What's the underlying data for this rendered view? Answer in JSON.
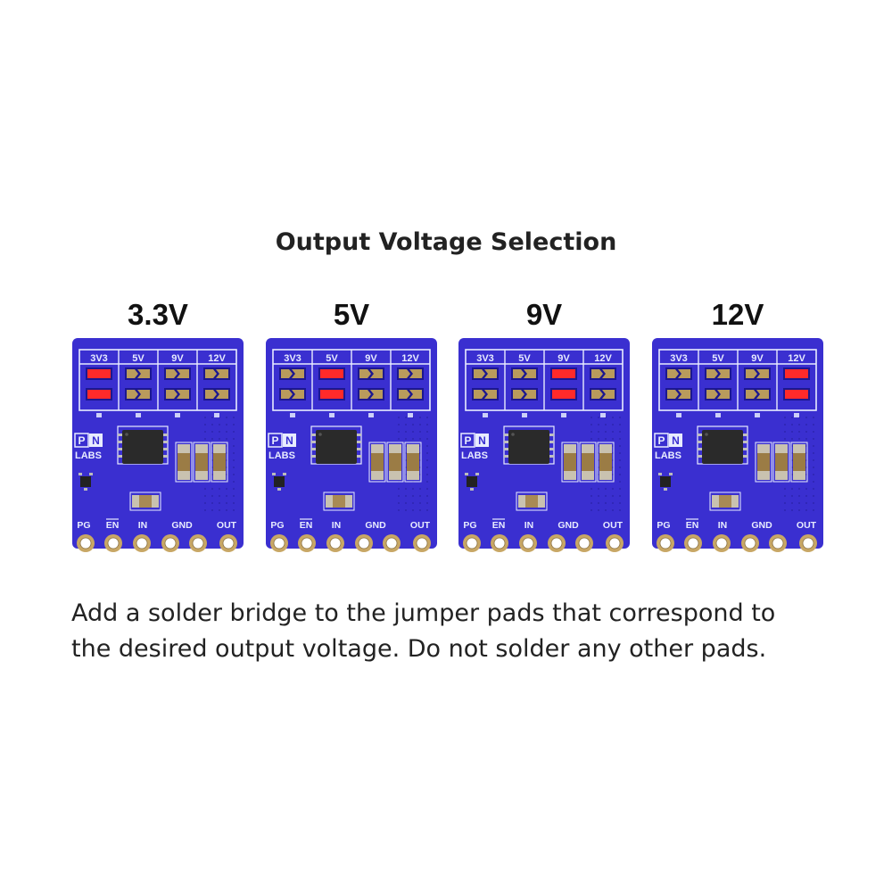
{
  "title": "Output Voltage Selection",
  "options": [
    {
      "label": "3.3V",
      "selected_index": 0
    },
    {
      "label": "5V",
      "selected_index": 1
    },
    {
      "label": "9V",
      "selected_index": 2
    },
    {
      "label": "12V",
      "selected_index": 3
    }
  ],
  "jumper_labels": [
    "3V3",
    "5V",
    "9V",
    "12V"
  ],
  "logo": {
    "p": "P",
    "n": "N",
    "text": "LABS"
  },
  "pins": [
    "PG",
    "EN",
    "IN",
    "GND",
    "OUT"
  ],
  "colors": {
    "pcb": "#3a2fd0",
    "pcb_dark": "#2a22a8",
    "silkscreen": "#e8ecff",
    "pad_gold": "#b99b5c",
    "bridge_red": "#ff2a2a",
    "chip": "#2a2a2a"
  },
  "instructions": {
    "line1": "Add a solder bridge to the jumper pads that correspond to",
    "line2": "the desired output voltage. Do not solder any other pads."
  }
}
